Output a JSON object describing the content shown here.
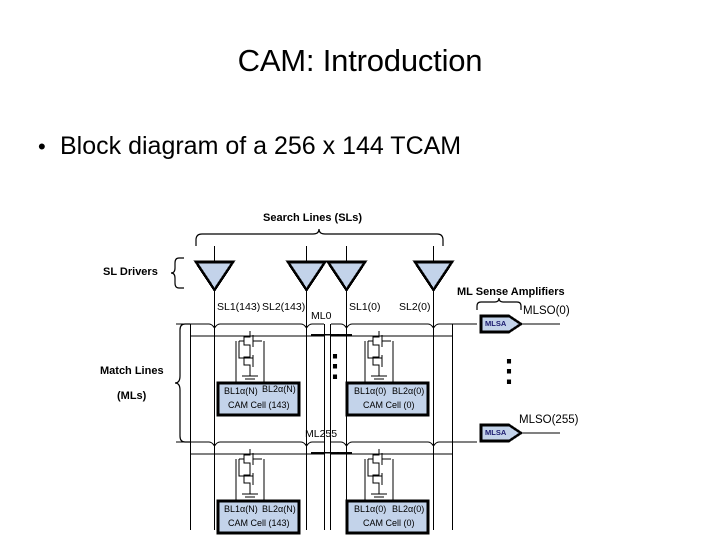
{
  "slide": {
    "title": "CAM: Introduction",
    "bullet_marker": "•",
    "bullet_text": "Block diagram of a 256 x 144 TCAM"
  },
  "diagram": {
    "labels": {
      "search_lines": "Search Lines (SLs)",
      "sl_drivers": "SL Drivers",
      "match_lines_1": "Match Lines",
      "match_lines_2": "(MLs)",
      "ml_sense_amplifiers": "ML Sense Amplifiers"
    },
    "search_line_labels": [
      "SL1(143)",
      "SL2(143)",
      "SL1(0)",
      "SL2(0)"
    ],
    "match_line_labels": [
      "ML0",
      "ML255"
    ],
    "sense_amp_label": "MLSA",
    "sense_amp_outputs": [
      "MLSO(0)",
      "MLSO(255)"
    ],
    "cells": [
      {
        "bl1": "BL1α(N)",
        "bl2": "BL2α(N)",
        "name": "CAM Cell (143)"
      },
      {
        "bl1": "BL1α(0)",
        "bl2": "BL2α(0)",
        "name": "CAM Cell (0)"
      },
      {
        "bl1": "BL1α(N)",
        "bl2": "BL2α(N)",
        "name": "CAM Cell (143)"
      },
      {
        "bl1": "BL1α(0)",
        "bl2": "BL2α(0)",
        "name": "CAM Cell (0)"
      }
    ],
    "ellipsis_horizontal": "———",
    "ellipsis_vertical": "⋮",
    "colors": {
      "fill_blue": "#c3d3ea",
      "outline": "#000000",
      "background": "#ffffff"
    }
  }
}
